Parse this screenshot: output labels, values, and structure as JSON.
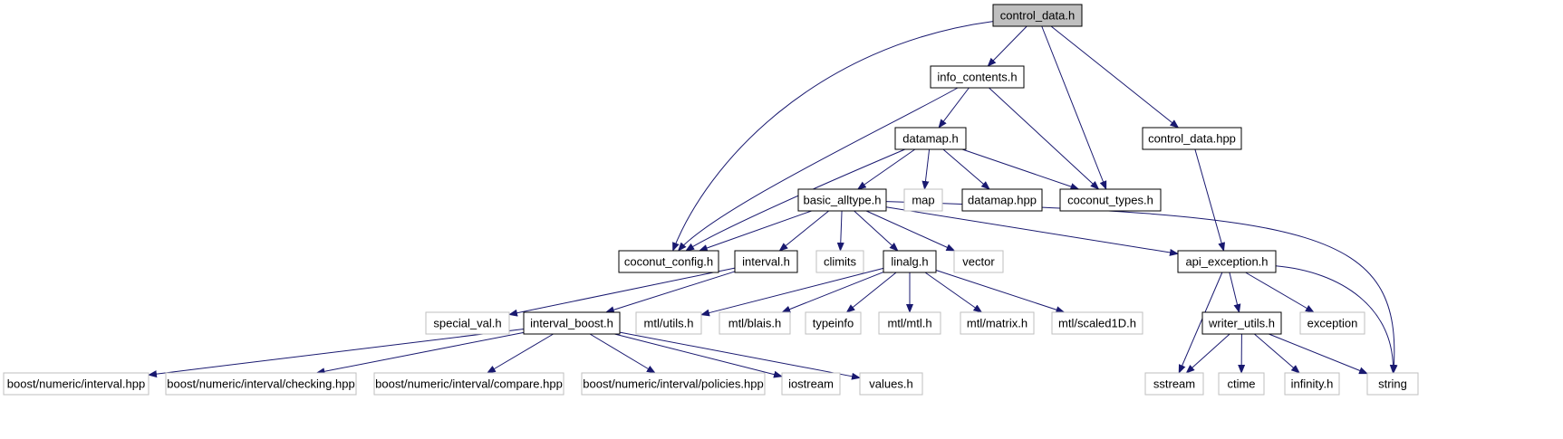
{
  "nodes": [
    {
      "id": "control_data_h",
      "label": "control_data.h",
      "kind": "root"
    },
    {
      "id": "info_contents_h",
      "label": "info_contents.h",
      "kind": "local"
    },
    {
      "id": "control_data_hpp",
      "label": "control_data.hpp",
      "kind": "local"
    },
    {
      "id": "datamap_h",
      "label": "datamap.h",
      "kind": "local"
    },
    {
      "id": "map",
      "label": "map",
      "kind": "external"
    },
    {
      "id": "datamap_hpp",
      "label": "datamap.hpp",
      "kind": "local"
    },
    {
      "id": "coconut_types_h",
      "label": "coconut_types.h",
      "kind": "local"
    },
    {
      "id": "basic_alltype_h",
      "label": "basic_alltype.h",
      "kind": "local"
    },
    {
      "id": "coconut_config_h",
      "label": "coconut_config.h",
      "kind": "local"
    },
    {
      "id": "interval_h",
      "label": "interval.h",
      "kind": "local"
    },
    {
      "id": "climits",
      "label": "climits",
      "kind": "external"
    },
    {
      "id": "linalg_h",
      "label": "linalg.h",
      "kind": "local"
    },
    {
      "id": "vector",
      "label": "vector",
      "kind": "external"
    },
    {
      "id": "api_exception_h",
      "label": "api_exception.h",
      "kind": "local"
    },
    {
      "id": "special_val_h",
      "label": "special_val.h",
      "kind": "external"
    },
    {
      "id": "interval_boost_h",
      "label": "interval_boost.h",
      "kind": "local"
    },
    {
      "id": "mtl_utils_h",
      "label": "mtl/utils.h",
      "kind": "external"
    },
    {
      "id": "mtl_blais_h",
      "label": "mtl/blais.h",
      "kind": "external"
    },
    {
      "id": "typeinfo",
      "label": "typeinfo",
      "kind": "external"
    },
    {
      "id": "mtl_mtl_h",
      "label": "mtl/mtl.h",
      "kind": "external"
    },
    {
      "id": "mtl_matrix_h",
      "label": "mtl/matrix.h",
      "kind": "external"
    },
    {
      "id": "mtl_scaled1d_h",
      "label": "mtl/scaled1D.h",
      "kind": "external"
    },
    {
      "id": "writer_utils_h",
      "label": "writer_utils.h",
      "kind": "local"
    },
    {
      "id": "exception",
      "label": "exception",
      "kind": "external"
    },
    {
      "id": "boost_interval_hpp",
      "label": "boost/numeric/interval.hpp",
      "kind": "external"
    },
    {
      "id": "boost_checking_hpp",
      "label": "boost/numeric/interval/checking.hpp",
      "kind": "external"
    },
    {
      "id": "boost_compare_hpp",
      "label": "boost/numeric/interval/compare.hpp",
      "kind": "external"
    },
    {
      "id": "boost_policies_hpp",
      "label": "boost/numeric/interval/policies.hpp",
      "kind": "external"
    },
    {
      "id": "iostream",
      "label": "iostream",
      "kind": "external"
    },
    {
      "id": "values_h",
      "label": "values.h",
      "kind": "external"
    },
    {
      "id": "sstream",
      "label": "sstream",
      "kind": "external"
    },
    {
      "id": "ctime",
      "label": "ctime",
      "kind": "external"
    },
    {
      "id": "infinity_h",
      "label": "infinity.h",
      "kind": "external"
    },
    {
      "id": "string",
      "label": "string",
      "kind": "external"
    }
  ],
  "edges": [
    [
      "control_data_h",
      "info_contents_h"
    ],
    [
      "control_data_h",
      "coconut_config_h"
    ],
    [
      "control_data_h",
      "coconut_types_h"
    ],
    [
      "control_data_h",
      "control_data_hpp"
    ],
    [
      "info_contents_h",
      "datamap_h"
    ],
    [
      "info_contents_h",
      "coconut_config_h"
    ],
    [
      "info_contents_h",
      "coconut_types_h"
    ],
    [
      "datamap_h",
      "basic_alltype_h"
    ],
    [
      "datamap_h",
      "map"
    ],
    [
      "datamap_h",
      "datamap_hpp"
    ],
    [
      "datamap_h",
      "coconut_types_h"
    ],
    [
      "datamap_h",
      "coconut_config_h"
    ],
    [
      "basic_alltype_h",
      "coconut_config_h"
    ],
    [
      "basic_alltype_h",
      "interval_h"
    ],
    [
      "basic_alltype_h",
      "climits"
    ],
    [
      "basic_alltype_h",
      "linalg_h"
    ],
    [
      "basic_alltype_h",
      "vector"
    ],
    [
      "basic_alltype_h",
      "api_exception_h"
    ],
    [
      "basic_alltype_h",
      "string"
    ],
    [
      "control_data_hpp",
      "api_exception_h"
    ],
    [
      "interval_h",
      "special_val_h"
    ],
    [
      "interval_h",
      "interval_boost_h"
    ],
    [
      "linalg_h",
      "mtl_utils_h"
    ],
    [
      "linalg_h",
      "mtl_blais_h"
    ],
    [
      "linalg_h",
      "typeinfo"
    ],
    [
      "linalg_h",
      "mtl_mtl_h"
    ],
    [
      "linalg_h",
      "mtl_matrix_h"
    ],
    [
      "linalg_h",
      "mtl_scaled1d_h"
    ],
    [
      "api_exception_h",
      "sstream"
    ],
    [
      "api_exception_h",
      "writer_utils_h"
    ],
    [
      "api_exception_h",
      "exception"
    ],
    [
      "api_exception_h",
      "string"
    ],
    [
      "interval_boost_h",
      "boost_interval_hpp"
    ],
    [
      "interval_boost_h",
      "boost_checking_hpp"
    ],
    [
      "interval_boost_h",
      "boost_compare_hpp"
    ],
    [
      "interval_boost_h",
      "boost_policies_hpp"
    ],
    [
      "interval_boost_h",
      "iostream"
    ],
    [
      "interval_boost_h",
      "values_h"
    ],
    [
      "writer_utils_h",
      "sstream"
    ],
    [
      "writer_utils_h",
      "ctime"
    ],
    [
      "writer_utils_h",
      "infinity_h"
    ],
    [
      "writer_utils_h",
      "string"
    ]
  ],
  "colors": {
    "edge": "#191970",
    "local_border": "#000000",
    "external_border": "#bfbfbf",
    "root_fill": "#bfbfbf",
    "node_fill": "#ffffff",
    "text": "#000000"
  }
}
